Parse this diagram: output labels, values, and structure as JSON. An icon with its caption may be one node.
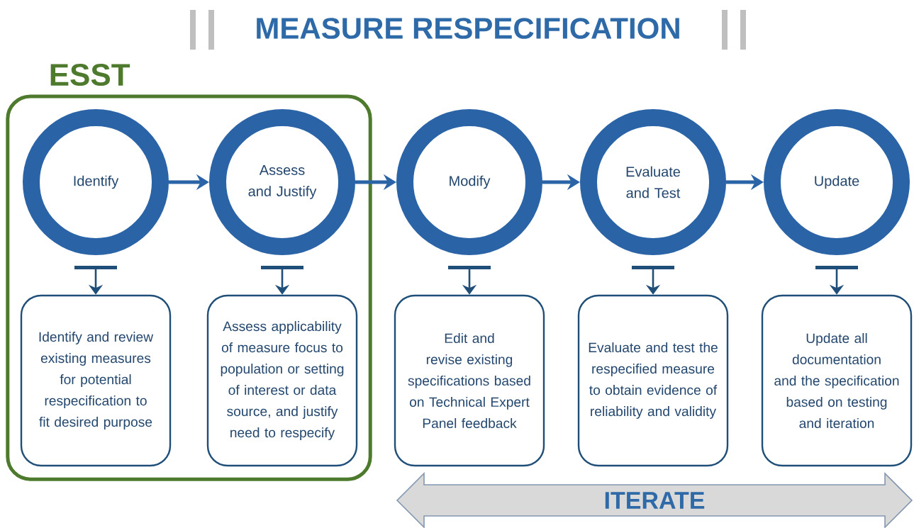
{
  "diagram": {
    "title": "MEASURE RESPECIFICATION",
    "nodes": [
      {
        "text": [
          "ESST"
        ]
      },
      {
        "text": [
          "Identify"
        ],
        "in": 0
      },
      {
        "text": [
          "Assess and Justify"
        ],
        "in": 0
      },
      {
        "text": [
          "Modify"
        ]
      },
      {
        "text": [
          "Evaluate and Test"
        ]
      },
      {
        "text": [
          "Update"
        ]
      },
      {
        "text": [
          "Identify and review existing measures for potential respecification to fit desired purpose"
        ],
        "in": 0
      },
      {
        "text": [
          "Assess applicability of measure focus to population or setting of interest or data source, and justify need to respecify"
        ],
        "in": 0
      },
      {
        "text": [
          "Edit and revise existing specifications based on Technical Expert Panel feedback"
        ]
      },
      {
        "text": [
          "Evaluate and test the respecified measure to obtain evidence of reliability and validity"
        ]
      },
      {
        "text": [
          "Update all documentation and the specification based on testing and iteration"
        ]
      },
      {
        "text": [
          "ITERATE"
        ]
      }
    ],
    "edges": [
      {
        "from": 1,
        "to": 2,
        "arrow": "to"
      },
      {
        "from": 2,
        "to": 3,
        "arrow": "to"
      },
      {
        "from": 3,
        "to": 4,
        "arrow": "to"
      },
      {
        "from": 4,
        "to": 5,
        "arrow": "to"
      },
      {
        "from": 1,
        "to": 6,
        "arrow": "to"
      },
      {
        "from": 2,
        "to": 7,
        "arrow": "to"
      },
      {
        "from": 3,
        "to": 8,
        "arrow": "to"
      },
      {
        "from": 4,
        "to": 9,
        "arrow": "to"
      },
      {
        "from": 5,
        "to": 10,
        "arrow": "to"
      }
    ]
  }
}
